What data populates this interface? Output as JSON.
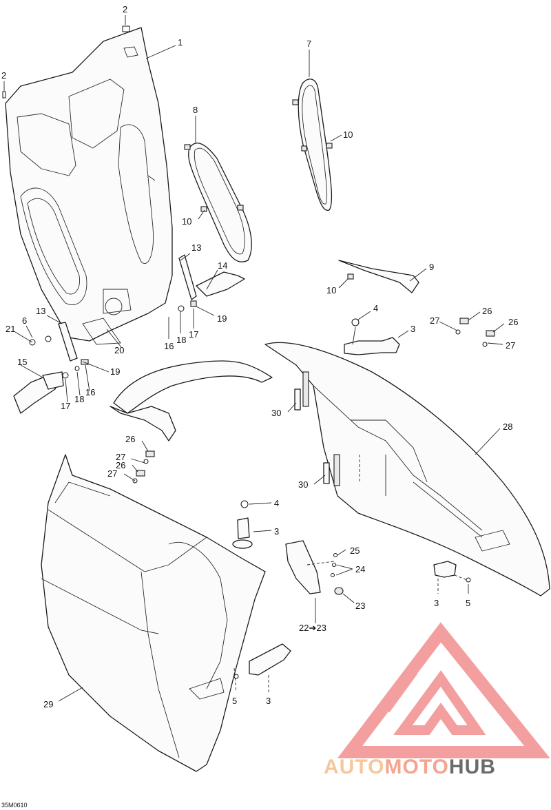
{
  "diagram": {
    "reference_code": "35M0610",
    "callouts": {
      "c1": "1",
      "c2a": "2",
      "c2b": "2",
      "c3a": "3",
      "c3b": "3",
      "c3c": "3",
      "c3d": "3",
      "c4a": "4",
      "c4b": "4",
      "c5a": "5",
      "c5b": "5",
      "c6": "6",
      "c7": "7",
      "c8": "8",
      "c9": "9",
      "c10a": "10",
      "c10b": "10",
      "c10c": "10",
      "c13a": "13",
      "c13b": "13",
      "c14": "14",
      "c15": "15",
      "c16a": "16",
      "c16b": "16",
      "c17a": "17",
      "c17b": "17",
      "c18a": "18",
      "c18b": "18",
      "c19a": "19",
      "c19b": "19",
      "c20": "20",
      "c21": "21",
      "c22": "22➔23",
      "c23": "23",
      "c24": "24",
      "c25": "25",
      "c26a": "26",
      "c26b": "26",
      "c26c": "26",
      "c26d": "26",
      "c27a": "27",
      "c27b": "27",
      "c27c": "27",
      "c27d": "27",
      "c28": "28",
      "c29": "29",
      "c30a": "30",
      "c30b": "30"
    }
  },
  "watermark": {
    "word_a": "AUTO",
    "word_b": "MOTO",
    "word_c": "HUB",
    "color_a": "#f6c79b",
    "color_b": "#f5a58e",
    "color_c": "#6b6b6b",
    "logo_color": "#f07f7f"
  }
}
